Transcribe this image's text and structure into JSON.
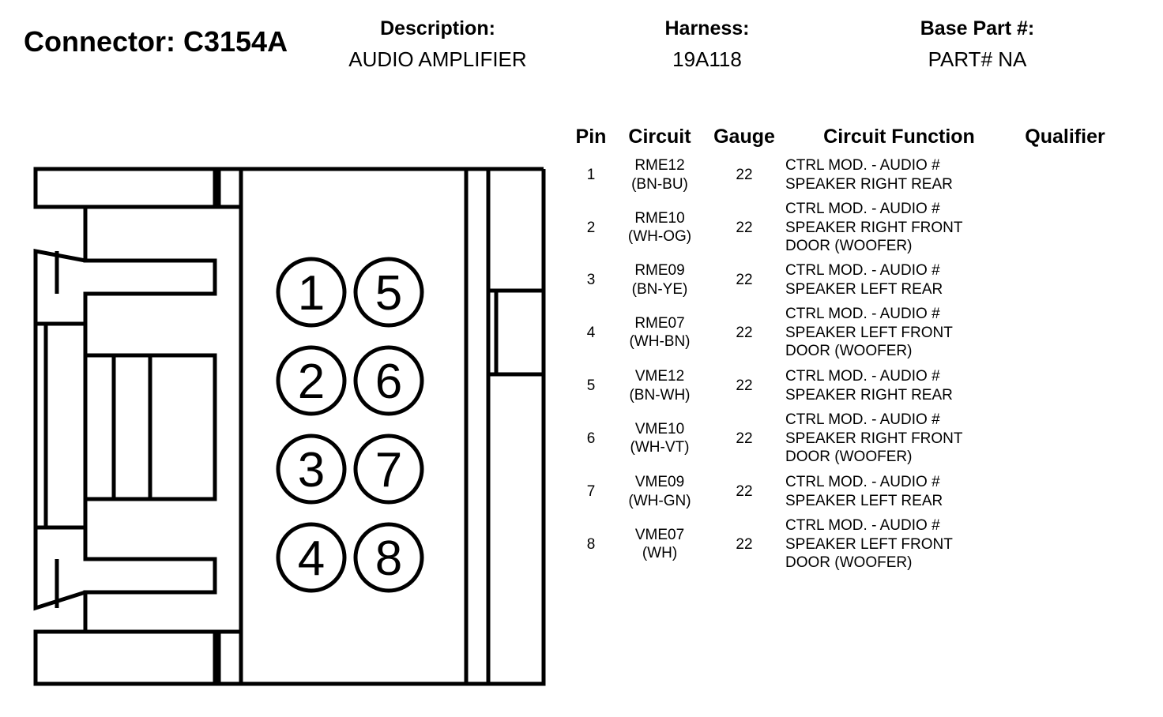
{
  "header": {
    "connector_title": "Connector: C3154A",
    "description_label": "Description:",
    "description_value": "AUDIO AMPLIFIER",
    "harness_label": "Harness:",
    "harness_value": "19A118",
    "base_part_label": "Base Part #:",
    "base_part_value": "PART# NA"
  },
  "table": {
    "columns": {
      "pin": "Pin",
      "circuit": "Circuit",
      "gauge": "Gauge",
      "function": "Circuit Function",
      "qualifier": "Qualifier"
    },
    "rows": [
      {
        "pin": "1",
        "circuit": [
          "RME12",
          "(BN-BU)"
        ],
        "gauge": "22",
        "function": [
          "CTRL MOD. - AUDIO #",
          "SPEAKER RIGHT REAR"
        ],
        "qualifier": ""
      },
      {
        "pin": "2",
        "circuit": [
          "RME10",
          "(WH-OG)"
        ],
        "gauge": "22",
        "function": [
          "CTRL MOD. - AUDIO #",
          "SPEAKER RIGHT FRONT",
          "DOOR (WOOFER)"
        ],
        "qualifier": ""
      },
      {
        "pin": "3",
        "circuit": [
          "RME09",
          "(BN-YE)"
        ],
        "gauge": "22",
        "function": [
          "CTRL MOD. - AUDIO #",
          "SPEAKER LEFT REAR"
        ],
        "qualifier": ""
      },
      {
        "pin": "4",
        "circuit": [
          "RME07",
          "(WH-BN)"
        ],
        "gauge": "22",
        "function": [
          "CTRL MOD. - AUDIO #",
          "SPEAKER LEFT FRONT",
          "DOOR (WOOFER)"
        ],
        "qualifier": ""
      },
      {
        "pin": "5",
        "circuit": [
          "VME12",
          "(BN-WH)"
        ],
        "gauge": "22",
        "function": [
          "CTRL MOD. - AUDIO #",
          "SPEAKER RIGHT REAR"
        ],
        "qualifier": ""
      },
      {
        "pin": "6",
        "circuit": [
          "VME10",
          "(WH-VT)"
        ],
        "gauge": "22",
        "function": [
          "CTRL MOD. - AUDIO #",
          "SPEAKER RIGHT FRONT",
          "DOOR (WOOFER)"
        ],
        "qualifier": ""
      },
      {
        "pin": "7",
        "circuit": [
          "VME09",
          "(WH-GN)"
        ],
        "gauge": "22",
        "function": [
          "CTRL MOD. - AUDIO #",
          "SPEAKER LEFT REAR"
        ],
        "qualifier": ""
      },
      {
        "pin": "8",
        "circuit": [
          "VME07",
          "(WH)"
        ],
        "gauge": "22",
        "function": [
          "CTRL MOD. - AUDIO #",
          "SPEAKER LEFT FRONT",
          "DOOR (WOOFER)"
        ],
        "qualifier": ""
      }
    ]
  },
  "connector_face": {
    "pins_left_column": [
      "1",
      "2",
      "3",
      "4"
    ],
    "pins_right_column": [
      "5",
      "6",
      "7",
      "8"
    ],
    "line_color": "#000000"
  }
}
